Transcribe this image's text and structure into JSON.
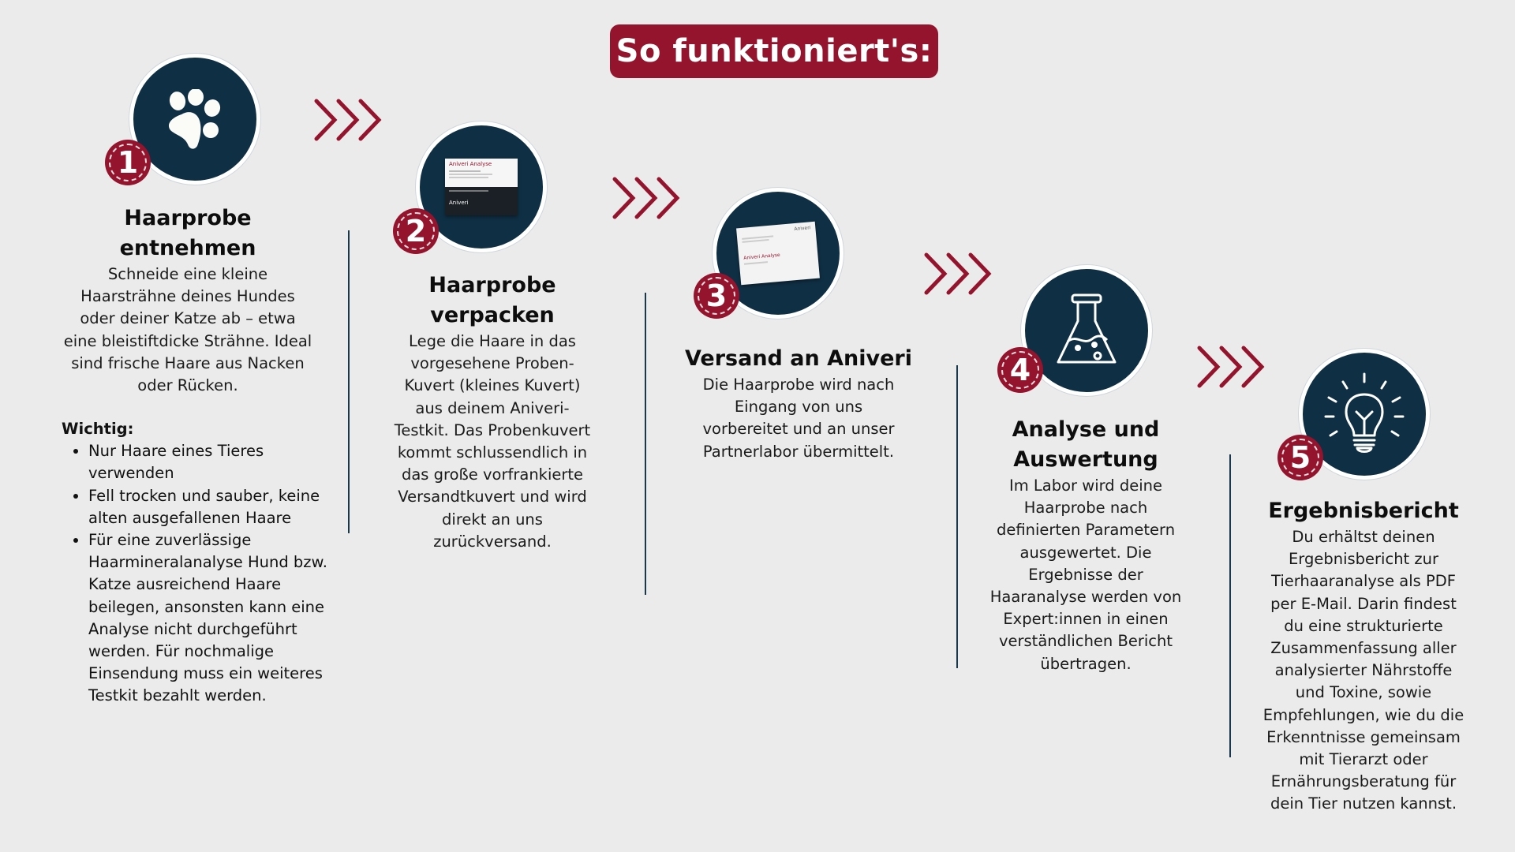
{
  "header": {
    "title": "So funktioniert's:"
  },
  "colors": {
    "accent": "#93142c",
    "navy": "#0f2f44",
    "background": "#ebebeb"
  },
  "steps": [
    {
      "number": "1",
      "icon": "paw-icon",
      "title_line1": "Haarprobe",
      "title_line2": "entnehmen",
      "body_lines": [
        "Schneide eine kleine",
        "Haarsträhne deines Hundes",
        "oder deiner Katze ab – etwa",
        "eine bleistiftdicke Strähne. Ideal",
        "sind frische Haare aus Nacken",
        "oder Rücken."
      ],
      "important_label": "Wichtig:",
      "important_items": [
        "Nur Haare eines Tieres verwenden",
        "Fell trocken und sauber, keine alten ausgefallenen Haare",
        "Für eine zuverlässige Haarmineralanalyse Hund bzw. Katze ausreichend Haare beilegen, ansonsten kann eine Analyse nicht durchgeführt werden. Für nochmalige Einsendung muss ein weiteres Testkit bezahlt werden."
      ]
    },
    {
      "number": "2",
      "icon": "test-kit-icon",
      "kit_label": "Aniveri Analyse",
      "kit_brand": "Aniveri",
      "title_line1": "Haarprobe",
      "title_line2": "verpacken",
      "body_lines": [
        "Lege die Haare in das",
        "vorgesehene Proben-",
        "Kuvert (kleines Kuvert)",
        "aus deinem Aniveri-",
        "Testkit. Das Probenkuvert",
        "kommt schlussendlich in",
        "das große vorfrankierte",
        "Versandtkuvert und wird",
        "direkt an uns",
        "zurückversand."
      ]
    },
    {
      "number": "3",
      "icon": "envelope-icon",
      "kit_label": "Aniveri Analyse",
      "kit_brand": "Aniveri",
      "title_line1": "Versand an Aniveri",
      "body_lines": [
        "Die Haarprobe wird nach",
        "Eingang von uns",
        "vorbereitet und an unser",
        "Partnerlabor übermittelt."
      ]
    },
    {
      "number": "4",
      "icon": "flask-icon",
      "title_line1": "Analyse und",
      "title_line2": "Auswertung",
      "body_lines": [
        "Im Labor wird deine",
        "Haarprobe nach",
        "definierten Parametern",
        "ausgewertet. Die",
        "Ergebnisse der",
        "Haaranalyse werden von",
        "Expert:innen in einen",
        "verständlichen Bericht",
        "übertragen."
      ]
    },
    {
      "number": "5",
      "icon": "lightbulb-icon",
      "title_line1": "Ergebnisbericht",
      "body_lines": [
        "Du erhältst deinen",
        "Ergebnisbericht zur",
        "Tierhaaranalyse als PDF",
        "per E-Mail. Darin findest",
        "du eine strukturierte",
        "Zusammenfassung aller",
        "analysierter Nährstoffe",
        "und Toxine, sowie",
        "Empfehlungen, wie du die",
        "Erkenntnisse gemeinsam",
        "mit Tierarzt oder",
        "Ernährungsberatung für",
        "dein Tier nutzen kannst."
      ]
    }
  ]
}
